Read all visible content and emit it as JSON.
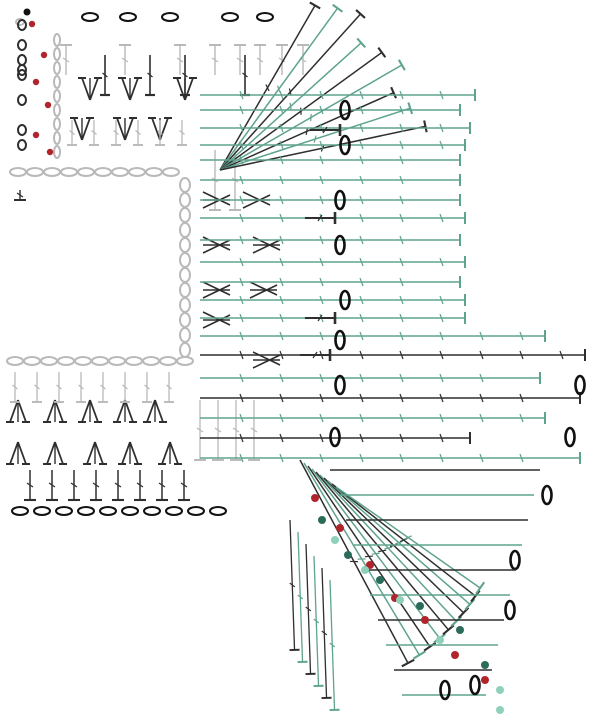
{
  "diagram": {
    "kind": "crochet stitch chart",
    "colors": {
      "background": "#ffffff",
      "gray": "#b9b9b9",
      "dark": "#2f2f2f",
      "black": "#111111",
      "green": "#5fa38f",
      "red": "#b0252b",
      "teal": "#2b6b5a",
      "light_green": "#8fd0b9"
    },
    "stitch_types": [
      "chain",
      "single-crochet",
      "half-double-crochet",
      "double-crochet",
      "triple-crochet",
      "decrease-cluster",
      "bobble",
      "picot-dot"
    ],
    "sections": [
      "top-left-square",
      "right-middle-fan",
      "bottom-left-square",
      "bottom-right-diagonal-fan"
    ]
  }
}
